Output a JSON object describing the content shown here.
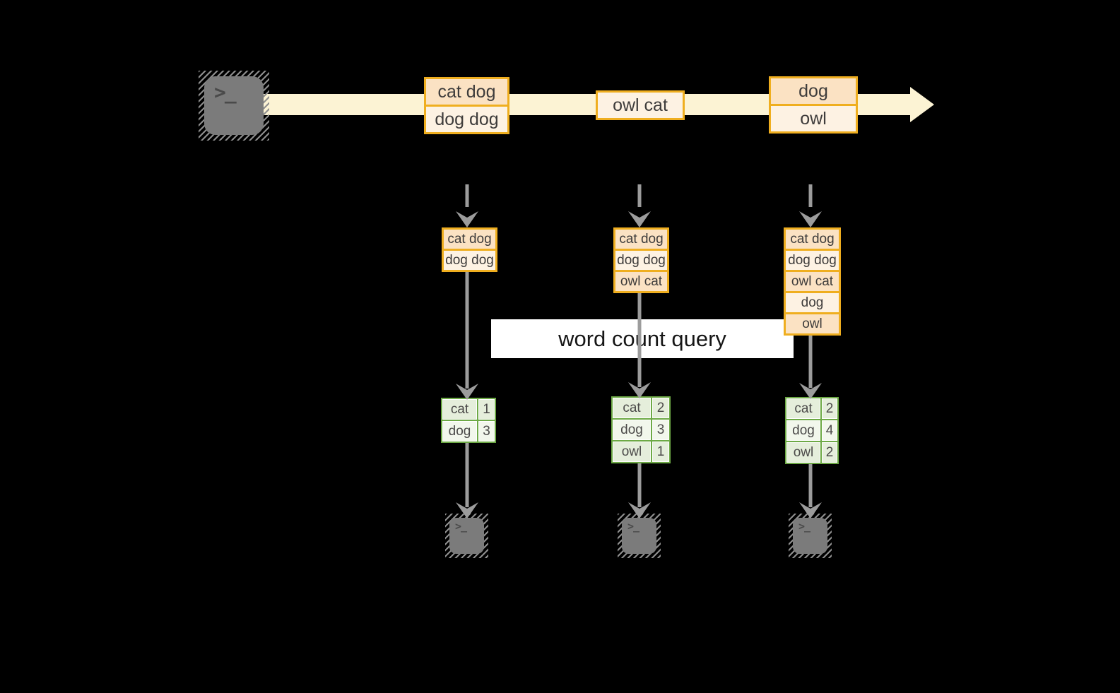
{
  "query_label": "word count query",
  "icons": {
    "terminal_glyph": ">_"
  },
  "colors": {
    "accent_gold": "#efae1f",
    "record_peach": "#fbe2c3",
    "record_cream": "#fdf2e3",
    "stream_band": "#fcf3d4",
    "table_green": "#6da945",
    "cell_green": "#e5eedb",
    "cell_light": "#f2f7ec",
    "arrow_gray": "#9c9c9c"
  },
  "stream": {
    "events": [
      {
        "lines": [
          "cat dog",
          "dog dog"
        ]
      },
      {
        "lines": [
          "owl cat"
        ]
      },
      {
        "lines": [
          "dog",
          "owl"
        ]
      }
    ]
  },
  "columns": [
    {
      "buffer": [
        "cat dog",
        "dog dog"
      ],
      "counts": [
        {
          "word": "cat",
          "count": "1"
        },
        {
          "word": "dog",
          "count": "3"
        }
      ]
    },
    {
      "buffer": [
        "cat dog",
        "dog dog",
        "owl cat"
      ],
      "counts": [
        {
          "word": "cat",
          "count": "2"
        },
        {
          "word": "dog",
          "count": "3"
        },
        {
          "word": "owl",
          "count": "1"
        }
      ]
    },
    {
      "buffer": [
        "cat dog",
        "dog dog",
        "owl cat",
        "dog",
        "owl"
      ],
      "counts": [
        {
          "word": "cat",
          "count": "2"
        },
        {
          "word": "dog",
          "count": "4"
        },
        {
          "word": "owl",
          "count": "2"
        }
      ]
    }
  ]
}
